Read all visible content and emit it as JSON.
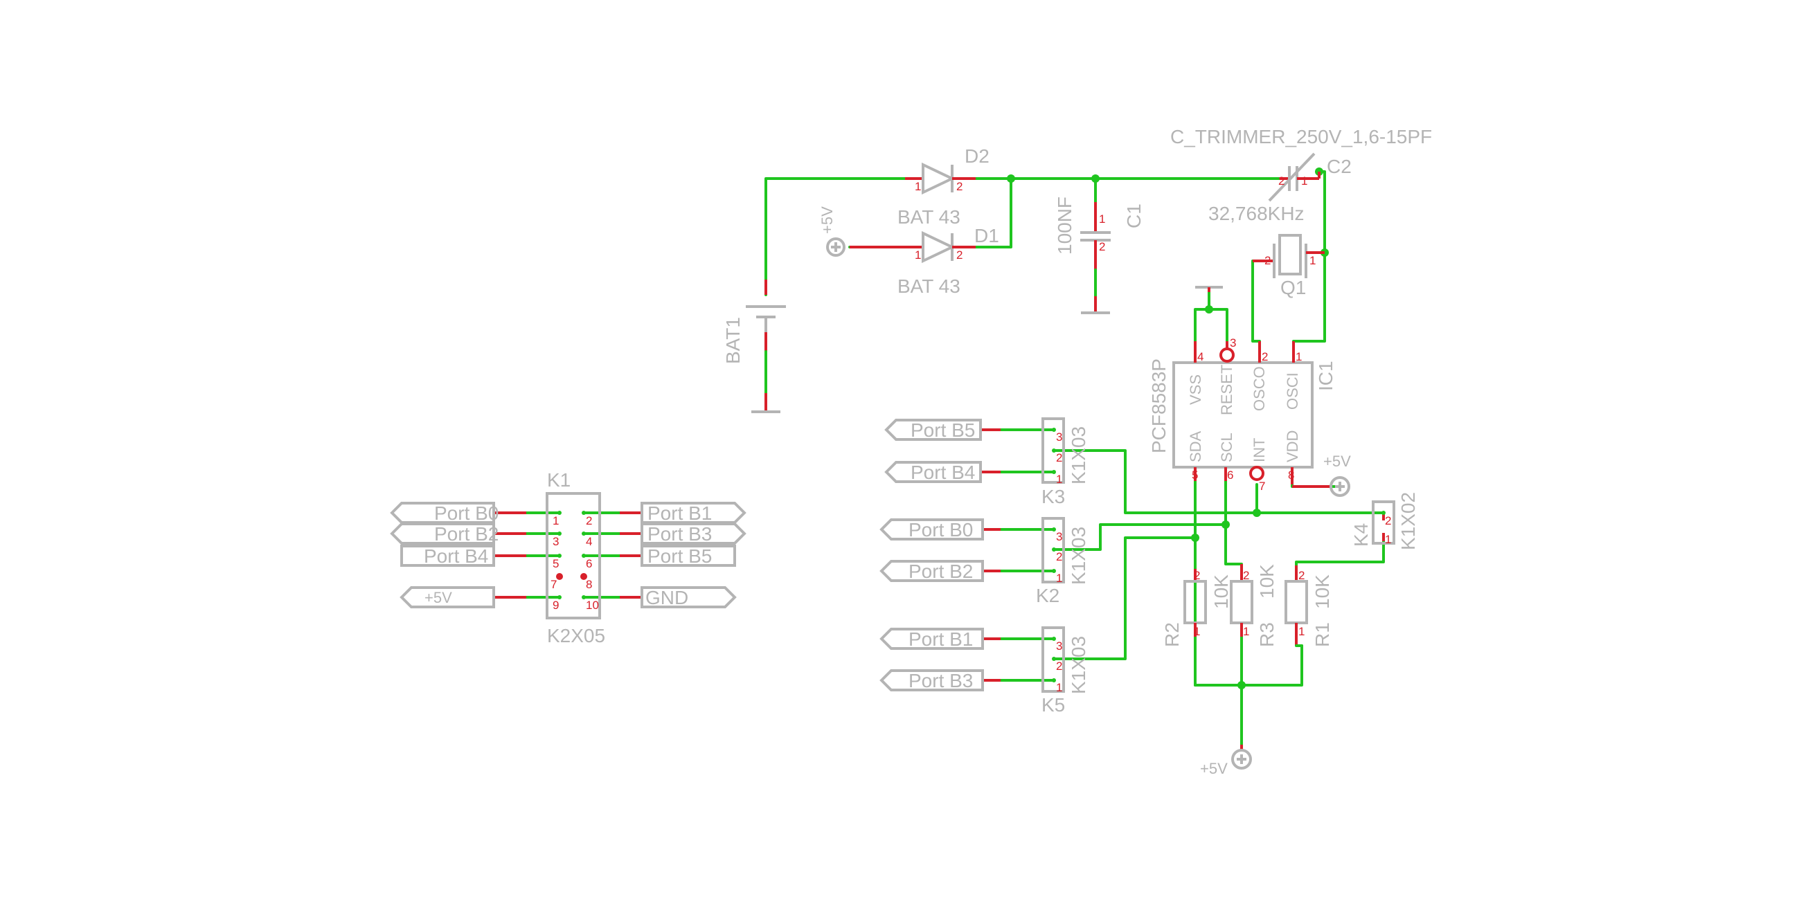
{
  "parts": {
    "d2": {
      "name": "D2",
      "value": "BAT 43",
      "pin1": "1",
      "pin2": "2"
    },
    "d1": {
      "name": "D1",
      "value": "BAT 43",
      "pin1": "1",
      "pin2": "2"
    },
    "c1": {
      "name": "C1",
      "value": "100NF",
      "pin1": "1",
      "pin2": "2"
    },
    "c2": {
      "name": "C2",
      "value": "C_TRIMMER_250V_1,6-15PF",
      "pin1": "1",
      "pin2": "2"
    },
    "q1": {
      "name": "Q1",
      "value": "32,768KHz",
      "pin1": "1",
      "pin2": "2"
    },
    "bat1": {
      "name": "BAT1"
    },
    "ic1": {
      "name": "IC1",
      "value": "PCF8583P",
      "top_pins": [
        {
          "label": "VSS",
          "num": "4"
        },
        {
          "label": "RESET",
          "num": "3"
        },
        {
          "label": "OSCO",
          "num": "2"
        },
        {
          "label": "OSCI",
          "num": "1"
        }
      ],
      "bottom_pins": [
        {
          "label": "SDA",
          "num": "5"
        },
        {
          "label": "SCL",
          "num": "6"
        },
        {
          "label": "INT",
          "num": "7"
        },
        {
          "label": "VDD",
          "num": "8"
        }
      ]
    },
    "k1": {
      "name": "K1",
      "value": "K2X05",
      "pins": [
        "1",
        "2",
        "3",
        "4",
        "5",
        "6",
        "7",
        "8",
        "9",
        "10"
      ]
    },
    "k2": {
      "name": "K2",
      "value": "K1X03",
      "pins": [
        "3",
        "2",
        "1"
      ]
    },
    "k3": {
      "name": "K3",
      "value": "K1X03",
      "pins": [
        "3",
        "2",
        "1"
      ]
    },
    "k5": {
      "name": "K5",
      "value": "K1X03",
      "pins": [
        "3",
        "2",
        "1"
      ]
    },
    "k4": {
      "name": "K4",
      "value": "K1X02",
      "pins": [
        "2",
        "1"
      ]
    },
    "r1": {
      "name": "R1",
      "value": "10K",
      "pin1": "1",
      "pin2": "2"
    },
    "r2": {
      "name": "R2",
      "value": "10K",
      "pin1": "1",
      "pin2": "2"
    },
    "r3": {
      "name": "R3",
      "value": "10K",
      "pin1": "1",
      "pin2": "2"
    }
  },
  "supplies": {
    "plus5v": "+5V",
    "gnd": "GND"
  },
  "ports": {
    "b0": "Port  B0",
    "b1": "Port  B1",
    "b2": "Port  B2",
    "b3": "Port  B3",
    "b4": "Port  B4",
    "b5": "Port  B5"
  }
}
